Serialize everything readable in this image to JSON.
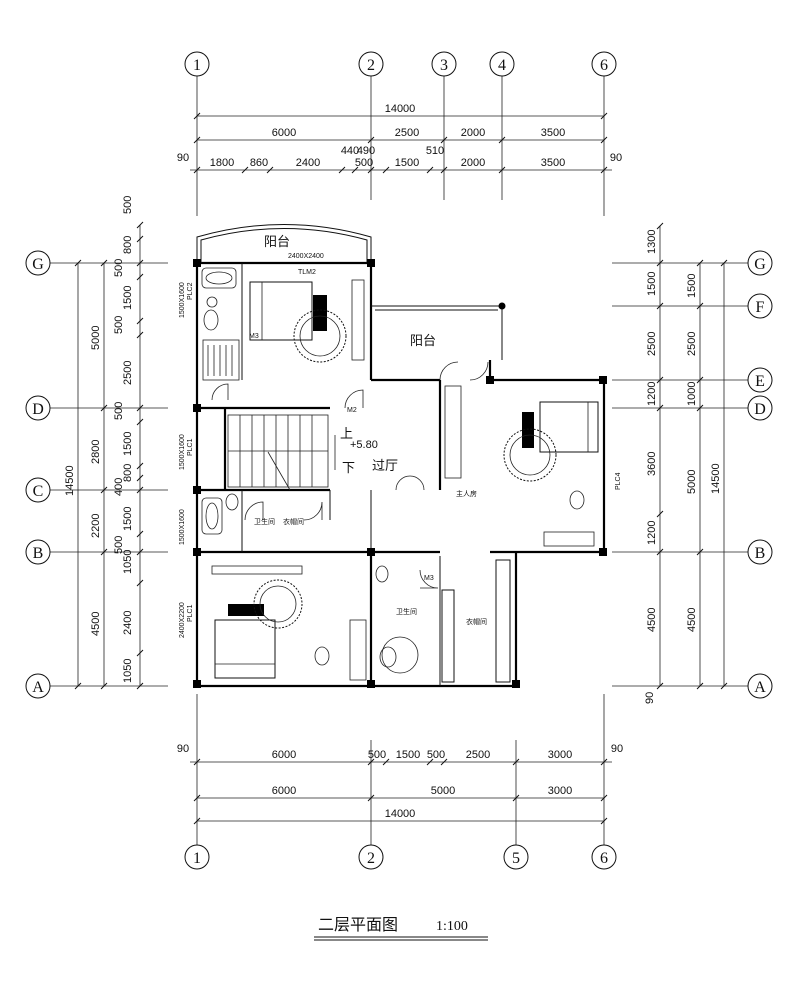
{
  "title": "二层平面图",
  "scale": "1:100",
  "axes_top": [
    "1",
    "2",
    "3",
    "4",
    "6"
  ],
  "axes_bottom": [
    "1",
    "2",
    "5",
    "6"
  ],
  "axes_left": [
    "G",
    "D",
    "C",
    "B",
    "A"
  ],
  "axes_right": [
    "G",
    "F",
    "E",
    "D",
    "B",
    "A"
  ],
  "dims_top_total": "14000",
  "dims_top_mid": [
    "6000",
    "2500",
    "2000",
    "3500"
  ],
  "dims_top_detail": [
    "90",
    "1800",
    "860",
    "2400",
    "440",
    "490",
    "500",
    "1500",
    "510",
    "2000",
    "3500",
    "90"
  ],
  "dims_bottom_detail": [
    "90",
    "6000",
    "500",
    "1500",
    "500",
    "2500",
    "3000",
    "90"
  ],
  "dims_bottom_mid": [
    "6000",
    "5000",
    "3000"
  ],
  "dims_bottom_total": "14000",
  "dims_left_detail": [
    "500",
    "800",
    "500",
    "1500",
    "500",
    "2500",
    "500",
    "1500",
    "800",
    "400",
    "1500",
    "500",
    "1050",
    "2400",
    "1050"
  ],
  "dims_left_mid": [
    "5000",
    "2800",
    "2200",
    "4500"
  ],
  "dims_left_total": "14500",
  "dims_right_outer": [
    "1300",
    "1500",
    "2500",
    "1200",
    "3600",
    "1200",
    "4500",
    "90"
  ],
  "dims_right_mid": [
    "1500",
    "2500",
    "1000",
    "5000",
    "4500"
  ],
  "dims_right_total": "14500",
  "rooms": {
    "balcony_top": "阳台",
    "balcony_mid": "阳台",
    "hall": "过厅",
    "master": "主人房",
    "bath1": "卫生间",
    "closet1": "衣帽间",
    "bath2": "卫生间",
    "closet2": "衣帽间"
  },
  "stair": {
    "up": "上",
    "down": "下",
    "level": "+5.80"
  },
  "tags": {
    "tlm2": "TLM2",
    "tlm2_size": "2400X2400",
    "plc2": "PLC2",
    "plc2_size": "1500X1600",
    "plc1": "PLC1",
    "plc1_size": "1500X1600",
    "plc_c": "1500X1600",
    "plc_left": "PLC1",
    "plc_left_size": "2400X2200",
    "plc4": "PLC4",
    "m3_a": "M3",
    "m3_b": "M3",
    "m2": "M2"
  }
}
